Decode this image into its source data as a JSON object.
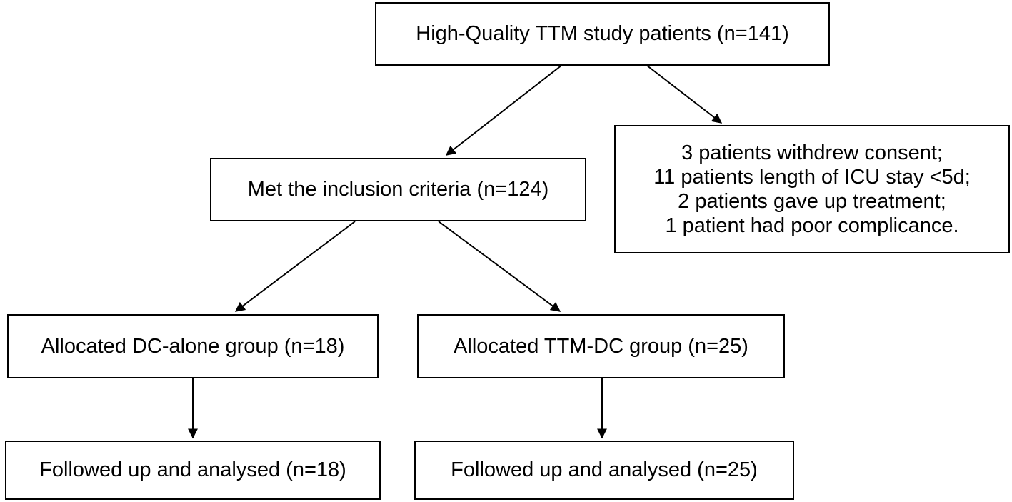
{
  "boxes": {
    "top": "High-Quality TTM study patients (n=141)",
    "inclusion": "Met the inclusion criteria (n=124)",
    "excluded": [
      "3 patients withdrew consent;",
      "11 patients length of ICU stay <5d;",
      "2 patients gave up treatment;",
      "1 patient had poor complicance."
    ],
    "dc_alone": "Allocated DC-alone group (n=18)",
    "ttm_dc": "Allocated TTM-DC group (n=25)",
    "followup_dc": "Followed up and analysed (n=18)",
    "followup_ttm": "Followed up and analysed (n=25)"
  },
  "colors": {
    "line": "#000000",
    "background": "#ffffff"
  }
}
